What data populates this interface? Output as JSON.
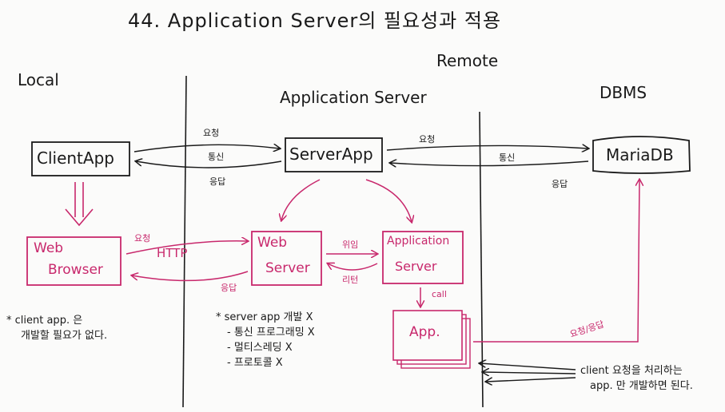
{
  "title": "44. Application Server의 필요성과 적용",
  "regions": {
    "local": "Local",
    "remote": "Remote",
    "app_server": "Application Server",
    "dbms": "DBMS"
  },
  "boxes": {
    "client_app": "ClientApp",
    "server_app": "ServerApp",
    "maria_db": "MariaDB",
    "web_browser": [
      "Web",
      "Browser"
    ],
    "web_server": [
      "Web",
      "Server"
    ],
    "application_server": [
      "Application",
      "Server"
    ],
    "app": "App."
  },
  "arrow_labels": {
    "request": "요청",
    "comm": "통신",
    "response": "응답",
    "request2": "요청",
    "comm2": "통신",
    "response2": "응답",
    "http_request": "요청",
    "http": "HTTP",
    "http_response": "응답",
    "delegate": "위임",
    "result": "리턴",
    "call": "call",
    "req_resp": "요청/응답"
  },
  "notes": {
    "client": [
      "* client app. 은",
      "개발할 필요가 없다."
    ],
    "server": [
      "* server app 개발 X",
      "- 통신 프로그래밍 X",
      "- 멀티스레딩 X",
      "- 프로토콜 X"
    ],
    "app": [
      "client 요청을 처리하는",
      "app. 만 개발하면 된다."
    ]
  },
  "colors": {
    "ink": "#1a1a1a",
    "accent": "#c8286c",
    "paper": "#fbfbfa"
  }
}
